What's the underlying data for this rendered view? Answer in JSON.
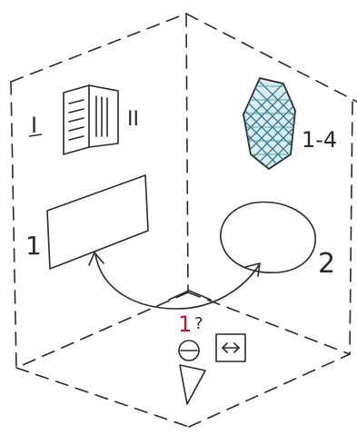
{
  "labels": {
    "roman_one": "I",
    "roman_two": "II",
    "item_1": "1",
    "item_2": "2",
    "item_1_4": "1-4",
    "marker_1": "1",
    "question": "?",
    "swap_symbol": "↔"
  },
  "colors": {
    "ink": "#2a2a2a",
    "marker_red": "#c0162e",
    "hatch_blue": "#2f6f8f",
    "hatch_green": "#3e9a8a",
    "paper": "#ffffff"
  },
  "icons": {
    "book": "open-book-icon",
    "hatched_hexagon": "hatched-hexagon-icon",
    "swap": "swap-arrows-icon",
    "eye": "eye-icon",
    "viewer": "viewer-triangle-icon"
  }
}
